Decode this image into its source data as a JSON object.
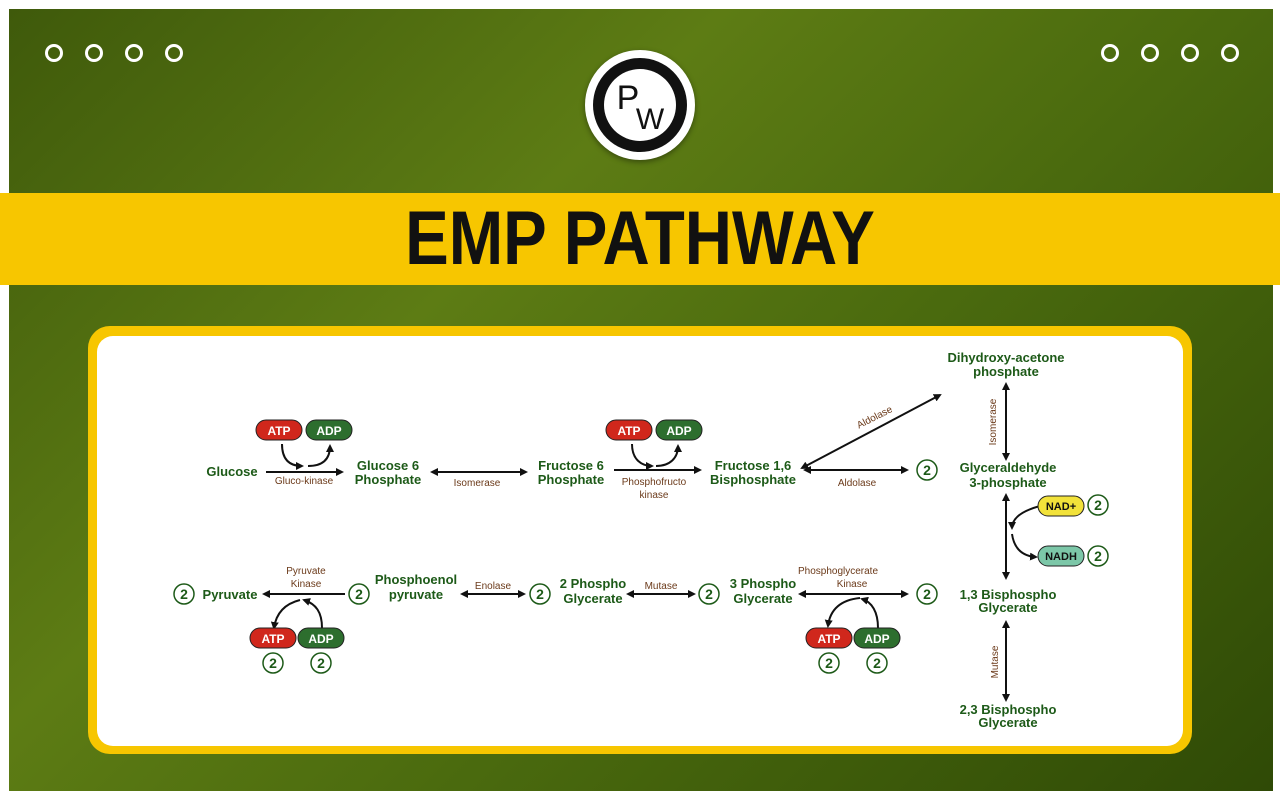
{
  "title": "EMP PATHWAY",
  "logo": {
    "text": "PW"
  },
  "colors": {
    "banner": "#f7c600",
    "background": "#4d6c10",
    "compound": "#1d5a18",
    "enzyme": "#6b3a1a",
    "atp": "#d0271c",
    "adp": "#2d6e2e",
    "nad": "#f2e23a",
    "nadh": "#7cc7a8"
  },
  "compounds": {
    "glucose": "Glucose",
    "g6p": [
      "Glucose 6",
      "Phosphate"
    ],
    "f6p": [
      "Fructose 6",
      "Phosphate"
    ],
    "f16bp": [
      "Fructose 1,6",
      "Bisphosphate"
    ],
    "dhap": [
      "Dihydroxy-acetone",
      "phosphate"
    ],
    "g3p": [
      "Glyceraldehyde",
      "3-phosphate"
    ],
    "bpg13": [
      "1,3 Bisphospho",
      "Glycerate"
    ],
    "bpg23": [
      "2,3 Bisphospho",
      "Glycerate"
    ],
    "pg3": [
      "3 Phospho",
      "Glycerate"
    ],
    "pg2": [
      "2 Phospho",
      "Glycerate"
    ],
    "pep": [
      "Phosphoenol",
      "pyruvate"
    ],
    "pyruvate": "Pyruvate"
  },
  "enzymes": {
    "glucokinase": "Gluco-kinase",
    "isomerase1": "Isomerase",
    "pfk": [
      "Phosphofructo",
      "kinase"
    ],
    "aldolase_top": "Aldolase",
    "aldolase": "Aldolase",
    "isomerase2": "Isomerase",
    "pgk": [
      "Phosphoglycerate",
      "Kinase"
    ],
    "mutase1": "Mutase",
    "enolase": "Enolase",
    "pk": [
      "Pyruvate",
      "Kinase"
    ],
    "mutase2": "Mutase"
  },
  "cofactors": {
    "atp": "ATP",
    "adp": "ADP",
    "nad": "NAD+",
    "nadh": "NADH",
    "two": "2"
  }
}
